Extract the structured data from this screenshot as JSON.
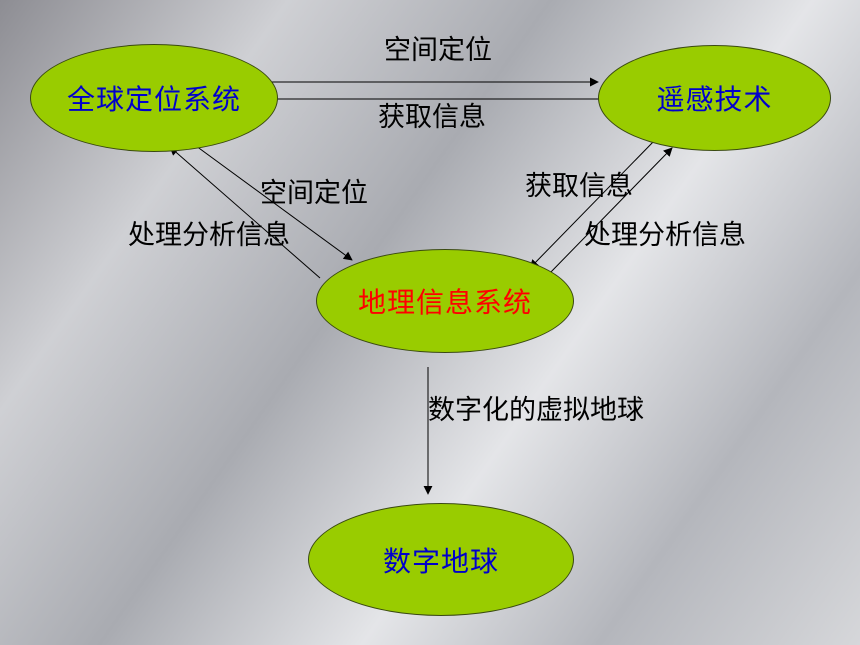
{
  "nodes": {
    "gps": "全球定位系统",
    "remote_sensing": "遥感技术",
    "gis": "地理信息系统",
    "digital_earth": "数字地球"
  },
  "edge_labels": {
    "gps_to_rs": "空间定位",
    "rs_to_gps": "获取信息",
    "gps_to_gis": "空间定位",
    "gis_to_gps": "处理分析信息",
    "rs_to_gis": "获取信息",
    "gis_to_rs": "处理分析信息",
    "gis_to_de": "数字化的虚拟地球"
  },
  "colors": {
    "node_fill": "#99cc00",
    "node_text_blue": "#0000cc",
    "node_text_red": "#ff0000",
    "label_text": "#000000"
  }
}
